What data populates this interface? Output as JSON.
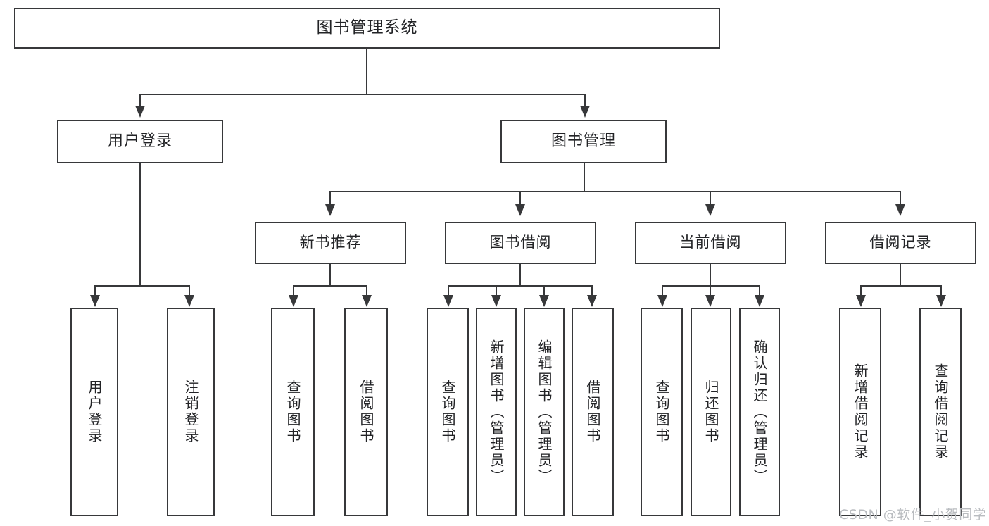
{
  "diagram": {
    "title": "图书管理系统",
    "type": "tree-hierarchy-chart",
    "root": {
      "label": "图书管理系统"
    },
    "level2": [
      {
        "label": "用户登录"
      },
      {
        "label": "图书管理"
      }
    ],
    "level3": [
      {
        "label": "新书推荐"
      },
      {
        "label": "图书借阅"
      },
      {
        "label": "当前借阅"
      },
      {
        "label": "借阅记录"
      }
    ],
    "leaves": [
      {
        "label": "用户登录"
      },
      {
        "label": "注销登录"
      },
      {
        "label": "查询图书"
      },
      {
        "label": "借阅图书"
      },
      {
        "label": "查询图书"
      },
      {
        "label": "新增图书（管理员）"
      },
      {
        "label": "编辑图书（管理员）"
      },
      {
        "label": "借阅图书"
      },
      {
        "label": "查询图书"
      },
      {
        "label": "归还图书"
      },
      {
        "label": "确认归还（管理员）"
      },
      {
        "label": "新增借阅记录"
      },
      {
        "label": "查询借阅记录"
      }
    ]
  },
  "watermark": {
    "text": "CSDN @软件_小贺同学"
  },
  "colors": {
    "box_border": "#37383a",
    "box_fill": "#ffffff",
    "text": "#222326",
    "connector": "#37383a",
    "watermark": "#b9bcc0",
    "background": "#ffffff"
  }
}
